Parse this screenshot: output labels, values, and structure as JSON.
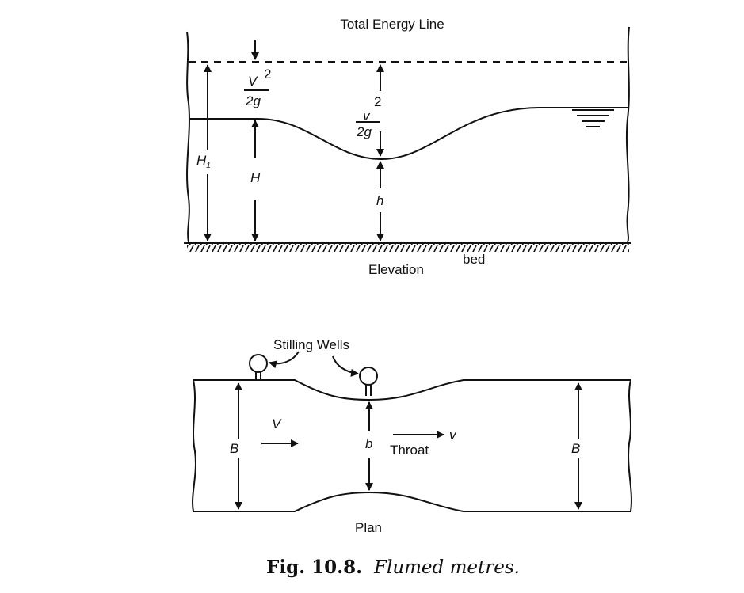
{
  "elevation": {
    "title": "Total Energy Line",
    "v2": "V",
    "v2_exp": "2",
    "v2_den": "2g",
    "v2_small": "v",
    "v2_small_exp": "2",
    "v2_small_den": "2g",
    "h1": "H",
    "h1_sub": "1",
    "H": "H",
    "h": "h",
    "bed": "bed",
    "label": "Elevation"
  },
  "plan": {
    "stilling": "Stilling Wells",
    "V": "V",
    "B_left": "B",
    "b": "b",
    "v": "v",
    "throat": "Throat",
    "B_right": "B",
    "label": "Plan"
  },
  "caption": {
    "number": "Fig. 10.8.",
    "title": "Flumed metres."
  }
}
